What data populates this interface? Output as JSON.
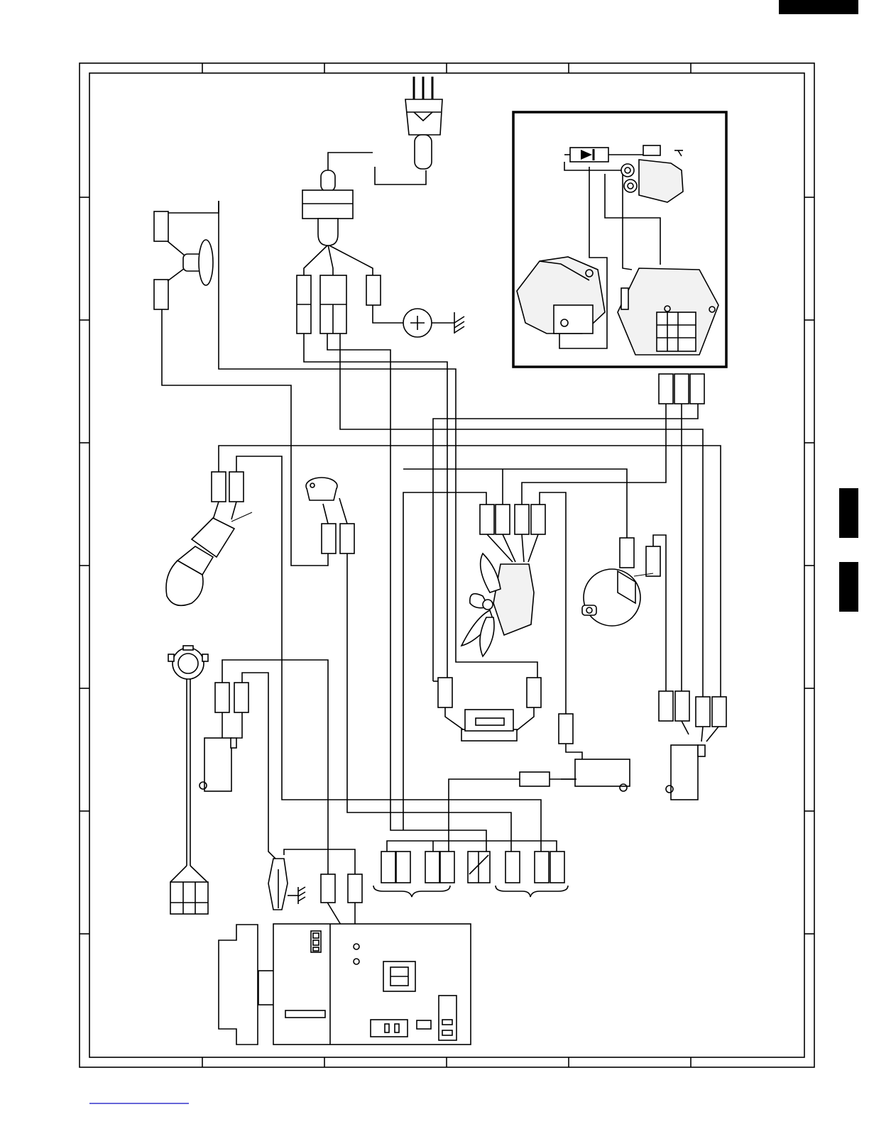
{
  "page": {
    "background": "#ffffff",
    "ink_color": "#000000",
    "header_tab_color": "#000000",
    "side_tab_color": "#000000",
    "footer_link_color": "#3333cc"
  },
  "components": [
    {
      "id": "power-cord-plug",
      "icon": "plug-icon"
    },
    {
      "id": "noise-filter",
      "icon": "filter-block-icon"
    },
    {
      "id": "thermal-cutout-top",
      "icon": "thermostat-icon"
    },
    {
      "id": "oven-lamp",
      "icon": "lamp-bulb-icon"
    },
    {
      "id": "thermal-cutout-middle",
      "icon": "thermostat-icon"
    },
    {
      "id": "fan-motor",
      "icon": "fan-icon"
    },
    {
      "id": "turntable-motor",
      "icon": "motor-icon"
    },
    {
      "id": "ground-terminal",
      "icon": "ground-icon"
    },
    {
      "id": "high-voltage-diode",
      "icon": "diode-icon"
    },
    {
      "id": "high-voltage-capacitor",
      "icon": "capacitor-icon"
    },
    {
      "id": "magnetron",
      "icon": "magnetron-icon"
    },
    {
      "id": "high-voltage-transformer",
      "icon": "transformer-icon"
    },
    {
      "id": "sensor-probe",
      "icon": "sensor-probe-icon"
    },
    {
      "id": "monitor-switch",
      "icon": "switch-icon"
    },
    {
      "id": "fuse",
      "icon": "fuse-icon"
    },
    {
      "id": "door-switch",
      "icon": "switch-icon"
    },
    {
      "id": "relay-switch",
      "icon": "switch-icon"
    },
    {
      "id": "control-unit",
      "icon": "circuit-board-icon"
    }
  ]
}
